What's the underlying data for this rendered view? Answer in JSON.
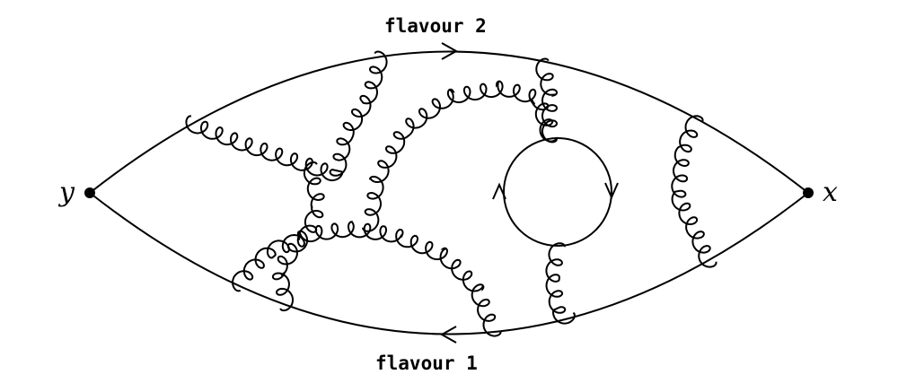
{
  "diagram": {
    "vertex_left": "y",
    "vertex_right": "x",
    "top_line_label": "flavour 2",
    "bottom_line_label": "flavour 1",
    "stroke_color": "#000000",
    "background_color": "#ffffff"
  }
}
